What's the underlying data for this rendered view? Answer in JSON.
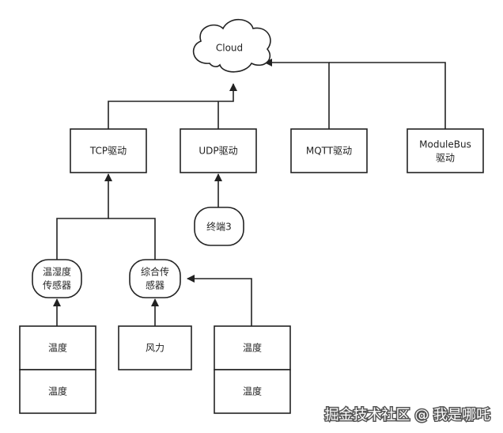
{
  "diagram": {
    "cloud": "Cloud",
    "drivers": {
      "tcp": "TCP驱动",
      "udp": "UDP驱动",
      "mqtt": "MQTT驱动",
      "modulebus": [
        "ModuleBus",
        "驱动"
      ]
    },
    "terminal3": "终端3",
    "sensors": {
      "temp_humidity": [
        "温湿度",
        "传感器"
      ],
      "composite": [
        "综合传",
        "感器"
      ]
    },
    "leaf": {
      "temp_a": "温度",
      "temp_b": "温度",
      "wind": "风力",
      "temp_c": "温度",
      "temp_d": "温度"
    }
  },
  "watermark": "掘金技术社区 @ 我是哪吒"
}
